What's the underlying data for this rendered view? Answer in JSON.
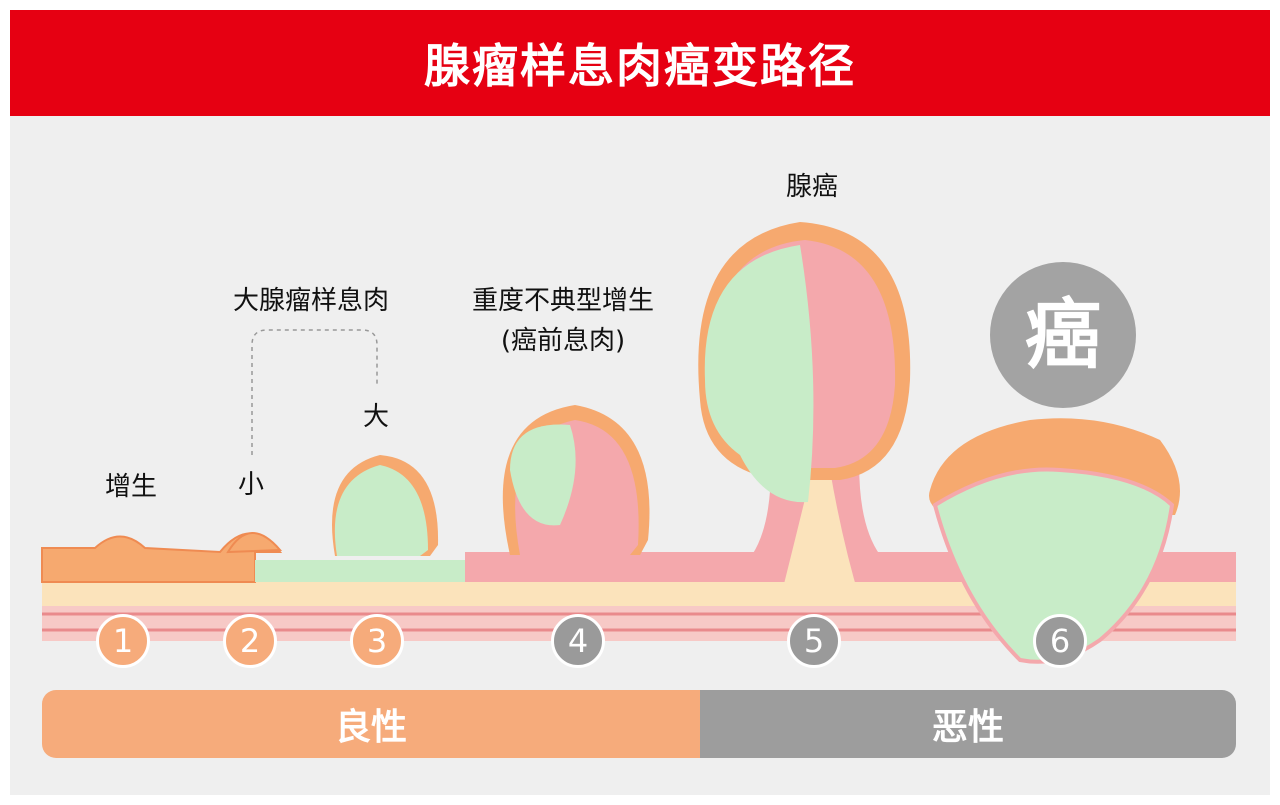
{
  "header": {
    "title": "腺瘤样息肉癌变路径"
  },
  "labels": {
    "hyperplasia": "增生",
    "small": "小",
    "large_polyp": "大腺瘤样息肉",
    "large": "大",
    "dysplasia_line1": "重度不典型增生",
    "dysplasia_line2": "(癌前息肉)",
    "adenocarcinoma": "腺癌",
    "cancer": "癌"
  },
  "stages": [
    "1",
    "2",
    "3",
    "4",
    "5",
    "6"
  ],
  "bars": {
    "benign": "良性",
    "malignant": "恶性"
  },
  "colors": {
    "header_red": "#e60012",
    "benign_orange": "#f6ab7b",
    "malignant_gray": "#9d9d9d",
    "green_tissue": "#c8ecc8",
    "pink_tissue": "#f4a8ac",
    "cream_layer": "#fbe3bb"
  }
}
